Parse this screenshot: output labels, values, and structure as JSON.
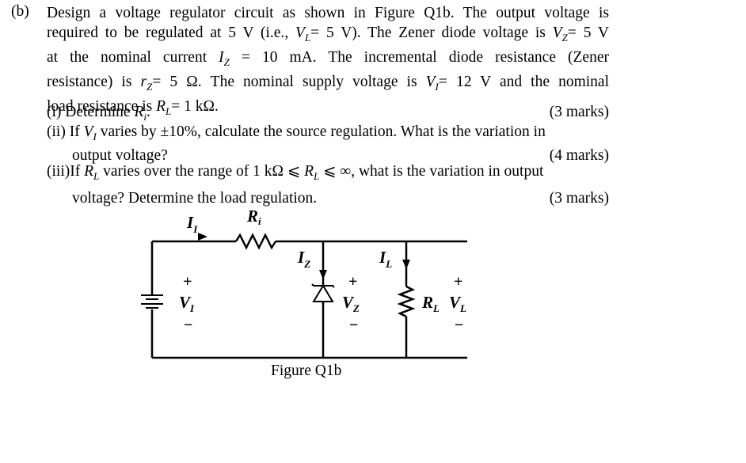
{
  "question": {
    "label": "(b)",
    "intro_lines": [
      "Design a voltage regulator circuit as shown in Figure Q1b. The output voltage is",
      "required to be regulated at 5 V (i.e., V_L = 5 V). The Zener diode voltage is V_Z = 5 V",
      "at the nominal current I_Z = 10 mA. The incremental diode resistance (Zener",
      "resistance) is r_Z = 5 Ω. The nominal supply voltage is V_I = 12 V and the nominal",
      "load resistance is R_L = 1 kΩ."
    ],
    "parts": [
      {
        "num": "(i)",
        "text": "Determine Rᵢ.",
        "marks": "(3 marks)"
      },
      {
        "num": "(ii)",
        "text_line1": "If V_I varies by ±10%, calculate the source regulation. What is the variation in",
        "text_line2": "output voltage?",
        "marks": "(4 marks)"
      },
      {
        "num": "(iii)",
        "text_line1": "If R_L varies over the range of 1 kΩ ≤ R_L ≤ ∞, what is the variation in output",
        "text_line2": "voltage? Determine the load regulation.",
        "marks": "(3 marks)"
      }
    ]
  },
  "circuit": {
    "labels": {
      "ri": "Rᵢ",
      "ii": "I_I",
      "iz": "I_Z",
      "il": "I_L",
      "vi": "V_I",
      "vz": "V_Z",
      "rl": "R_L",
      "vl": "V_L",
      "plus": "+",
      "minus": "−"
    }
  },
  "figure": {
    "caption": "Figure Q1b"
  }
}
